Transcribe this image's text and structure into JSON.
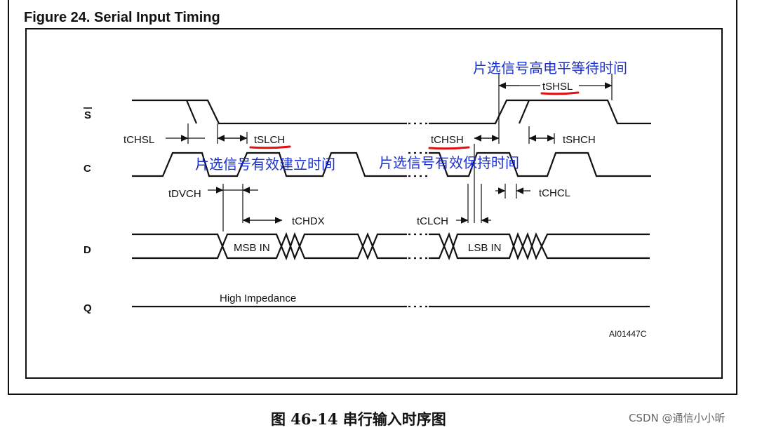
{
  "figure_title": "Figure 24. Serial Input Timing",
  "signals": {
    "s": "S",
    "c": "C",
    "d": "D",
    "q": "Q"
  },
  "timing_labels": {
    "tchsl": "tCHSL",
    "tslch": "tSLCH",
    "tchsh": "tCHSH",
    "tshsl": "tSHSL",
    "tshch": "tSHCH",
    "tdvch": "tDVCH",
    "tchdx": "tCHDX",
    "tclch": "tCLCH",
    "tchcl": "tCHCL"
  },
  "data_labels": {
    "msb": "MSB IN",
    "lsb": "LSB IN",
    "high_impedance": "High Impedance"
  },
  "figure_code": "AI01447C",
  "annotations": {
    "chip_select_high_wait": "片选信号高电平等待时间",
    "chip_select_setup": "片选信号有效建立时间",
    "chip_select_hold": "片选信号有效保持时间"
  },
  "colors": {
    "annotation_text": "#1a2fd0",
    "underline": "#e01010",
    "line": "#111111"
  },
  "caption": "图 46-14  串行输入时序图",
  "watermark": "CSDN @通信小小昕"
}
